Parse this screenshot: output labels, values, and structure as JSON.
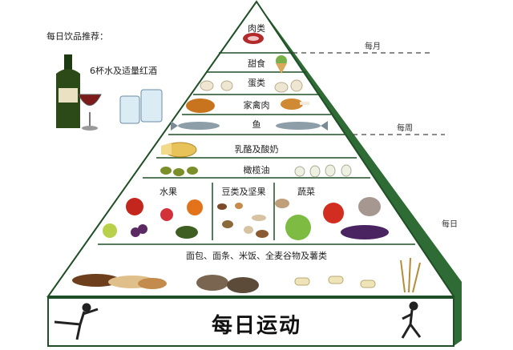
{
  "drinks": {
    "title": "每日饮品推荐：",
    "detail": "6杯水及适量红酒"
  },
  "tiers": {
    "meat": "肉类",
    "sweets": "甜食",
    "eggs": "蛋类",
    "poultry": "家禽肉",
    "fish": "鱼",
    "dairy": "乳酪及酸奶",
    "olive_oil": "橄榄油",
    "fruit": "水果",
    "beans_nuts": "豆类及坚果",
    "vegetables": "蔬菜",
    "grains": "面包、面条、米饭、全麦谷物及薯类"
  },
  "frequency": {
    "monthly": "每月",
    "weekly": "每周",
    "daily": "每日"
  },
  "base": {
    "exercise": "每日运动"
  },
  "colors": {
    "pyramid_green": "#2f6b35",
    "outline": "#1f4f26",
    "base_fill": "#ffffff"
  }
}
